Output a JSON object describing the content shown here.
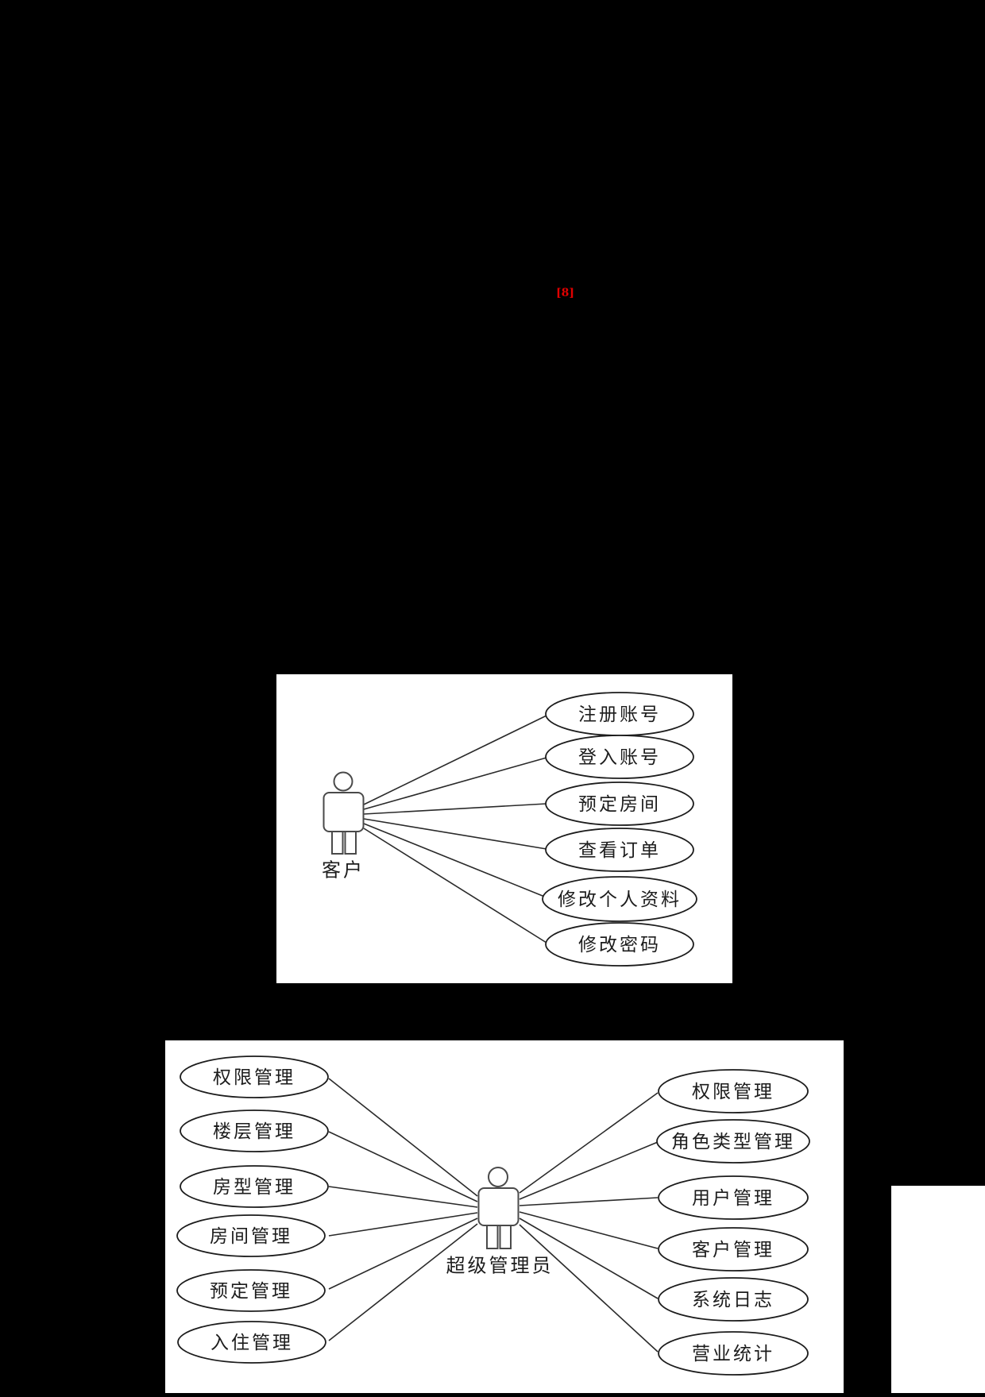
{
  "page": {
    "background_color": "#000000",
    "citation": "[8]",
    "citation_color": "#e00000"
  },
  "customer_diagram": {
    "actor_label": "客户",
    "use_cases": [
      "注册账号",
      "登入账号",
      "预定房间",
      "查看订单",
      "修改个人资料",
      "修改密码"
    ]
  },
  "admin_diagram": {
    "actor_label": "超级管理员",
    "left_use_cases": [
      "权限管理",
      "楼层管理",
      "房型管理",
      "房间管理",
      "预定管理",
      "入住管理"
    ],
    "right_use_cases": [
      "权限管理",
      "角色类型管理",
      "用户管理",
      "客户管理",
      "系统日志",
      "营业统计"
    ]
  }
}
